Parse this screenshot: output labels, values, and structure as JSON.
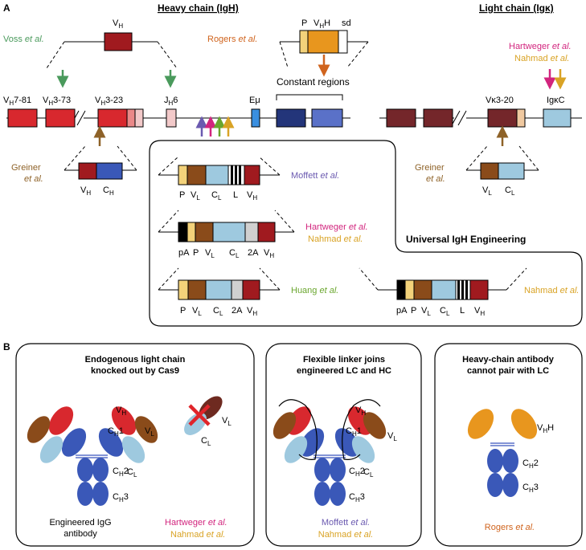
{
  "panel_a": {
    "label": "A",
    "heavy_title": "Heavy chain (IgH)",
    "light_title": "Light chain (Igκ)",
    "vh": "V",
    "vh_sub": "H",
    "voss_name": "Voss",
    "etal": "et al.",
    "rogers_name": "Rogers",
    "construct_p": "P",
    "construct_vhh": "V",
    "construct_vhh_sub": "H",
    "construct_vhh_tail": "H",
    "construct_sd": "sd",
    "constant_regions": "Constant regions",
    "emu": "Eμ",
    "jh6": "J",
    "jh6_sub": "H",
    "jh6_tail": "6",
    "vh7_81_tail": "7-81",
    "vh3_73_tail": "3-73",
    "vh3_23_tail": "3-23",
    "hartweger_name": "Hartweger",
    "nahmad_name": "Nahmad",
    "vk3_20": "Vκ3-20",
    "igkc": "IgκC",
    "greiner_name": "Greiner",
    "c_label": "C",
    "moffett_name": "Moffett",
    "huang_name": "Huang",
    "universal": "Universal IgH Engineering",
    "lbl_P": "P",
    "lbl_V": "V",
    "lbl_C": "C",
    "lbl_L": "L",
    "lbl_pA": "pA",
    "lbl_2A": "2A",
    "sub_L": "L",
    "sub_H": "H"
  },
  "panel_b": {
    "label": "B",
    "box1_title": [
      "Endogenous light chain",
      "knocked out by Cas9"
    ],
    "box2_title": [
      "Flexible linker joins",
      "engineered LC and HC"
    ],
    "box3_title": [
      "Heavy-chain antibody",
      "cannot pair with LC"
    ],
    "engineered_igg": [
      "Engineered IgG",
      "antibody"
    ],
    "ch1_tail": "1",
    "ch2_tail": "2",
    "ch3_tail": "3"
  },
  "colors": {
    "vh_red": "#d8282e",
    "dark_red": "#a01a1f",
    "vl_brown": "#8a4b1a",
    "cl_light_blue": "#9ec9df",
    "ch_blue": "#3a58b8",
    "navy": "#23357a",
    "mid_blue": "#5a71c8",
    "emu_blue": "#3a8fe0",
    "vhh_orange": "#e8961e",
    "p_yellow": "#f3d27a",
    "pink": "#f2c9c9",
    "salmon": "#ea8888",
    "peach": "#f0c9a0",
    "maroon": "#74262a",
    "voss_green": "#4a9a5c",
    "rogers_orange": "#d0641e",
    "greiner_brown": "#8e6228",
    "moffett_purple": "#6b5ab0",
    "hartweger_magenta": "#d2257e",
    "nahmad_gold": "#d9a325",
    "huang_green": "#6aa62e"
  }
}
